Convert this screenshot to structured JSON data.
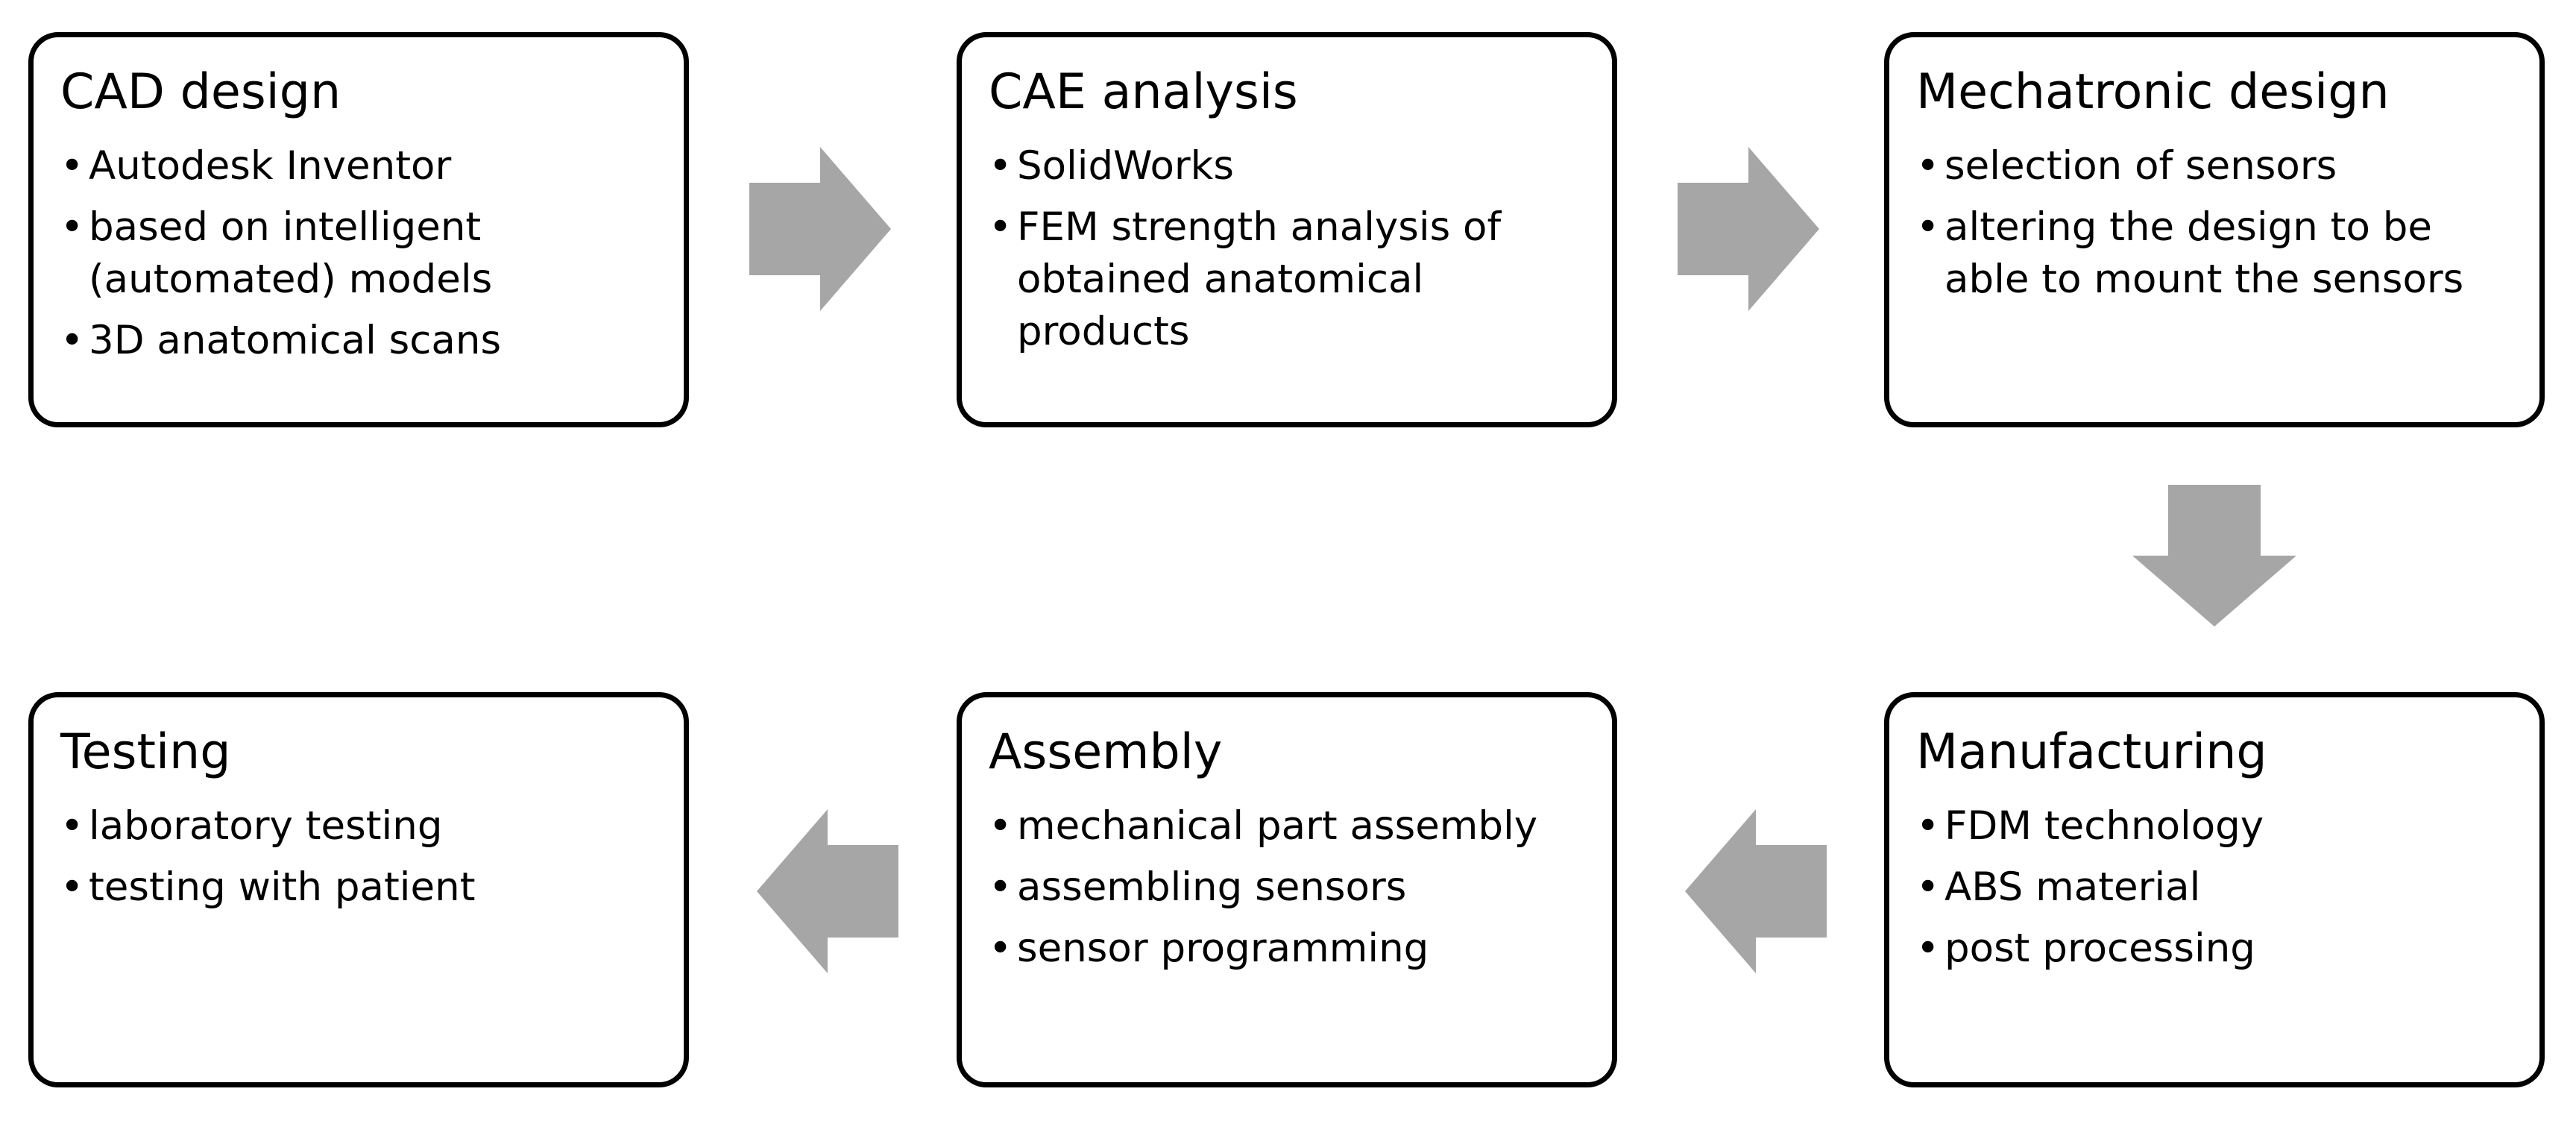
{
  "boxes": {
    "cad": {
      "title": "CAD design",
      "items": [
        "Autodesk Inventor",
        "based on intelligent (automated) models",
        "3D anatomical scans"
      ]
    },
    "cae": {
      "title": "CAE analysis",
      "items": [
        "SolidWorks",
        "FEM strength analysis of obtained anatomical products"
      ]
    },
    "mech": {
      "title": "Mechatronic design",
      "items": [
        "selection of sensors",
        "altering the design to be able to mount the sensors"
      ]
    },
    "mfg": {
      "title": "Manufacturing",
      "items": [
        "FDM technology",
        "ABS material",
        "post processing"
      ]
    },
    "asm": {
      "title": "Assembly",
      "items": [
        "mechanical part assembly",
        "assembling sensors",
        "sensor programming"
      ]
    },
    "test": {
      "title": "Testing",
      "items": [
        "laboratory testing",
        "testing with patient"
      ]
    }
  },
  "colors": {
    "arrow": "#a6a6a6",
    "border": "#000000"
  }
}
